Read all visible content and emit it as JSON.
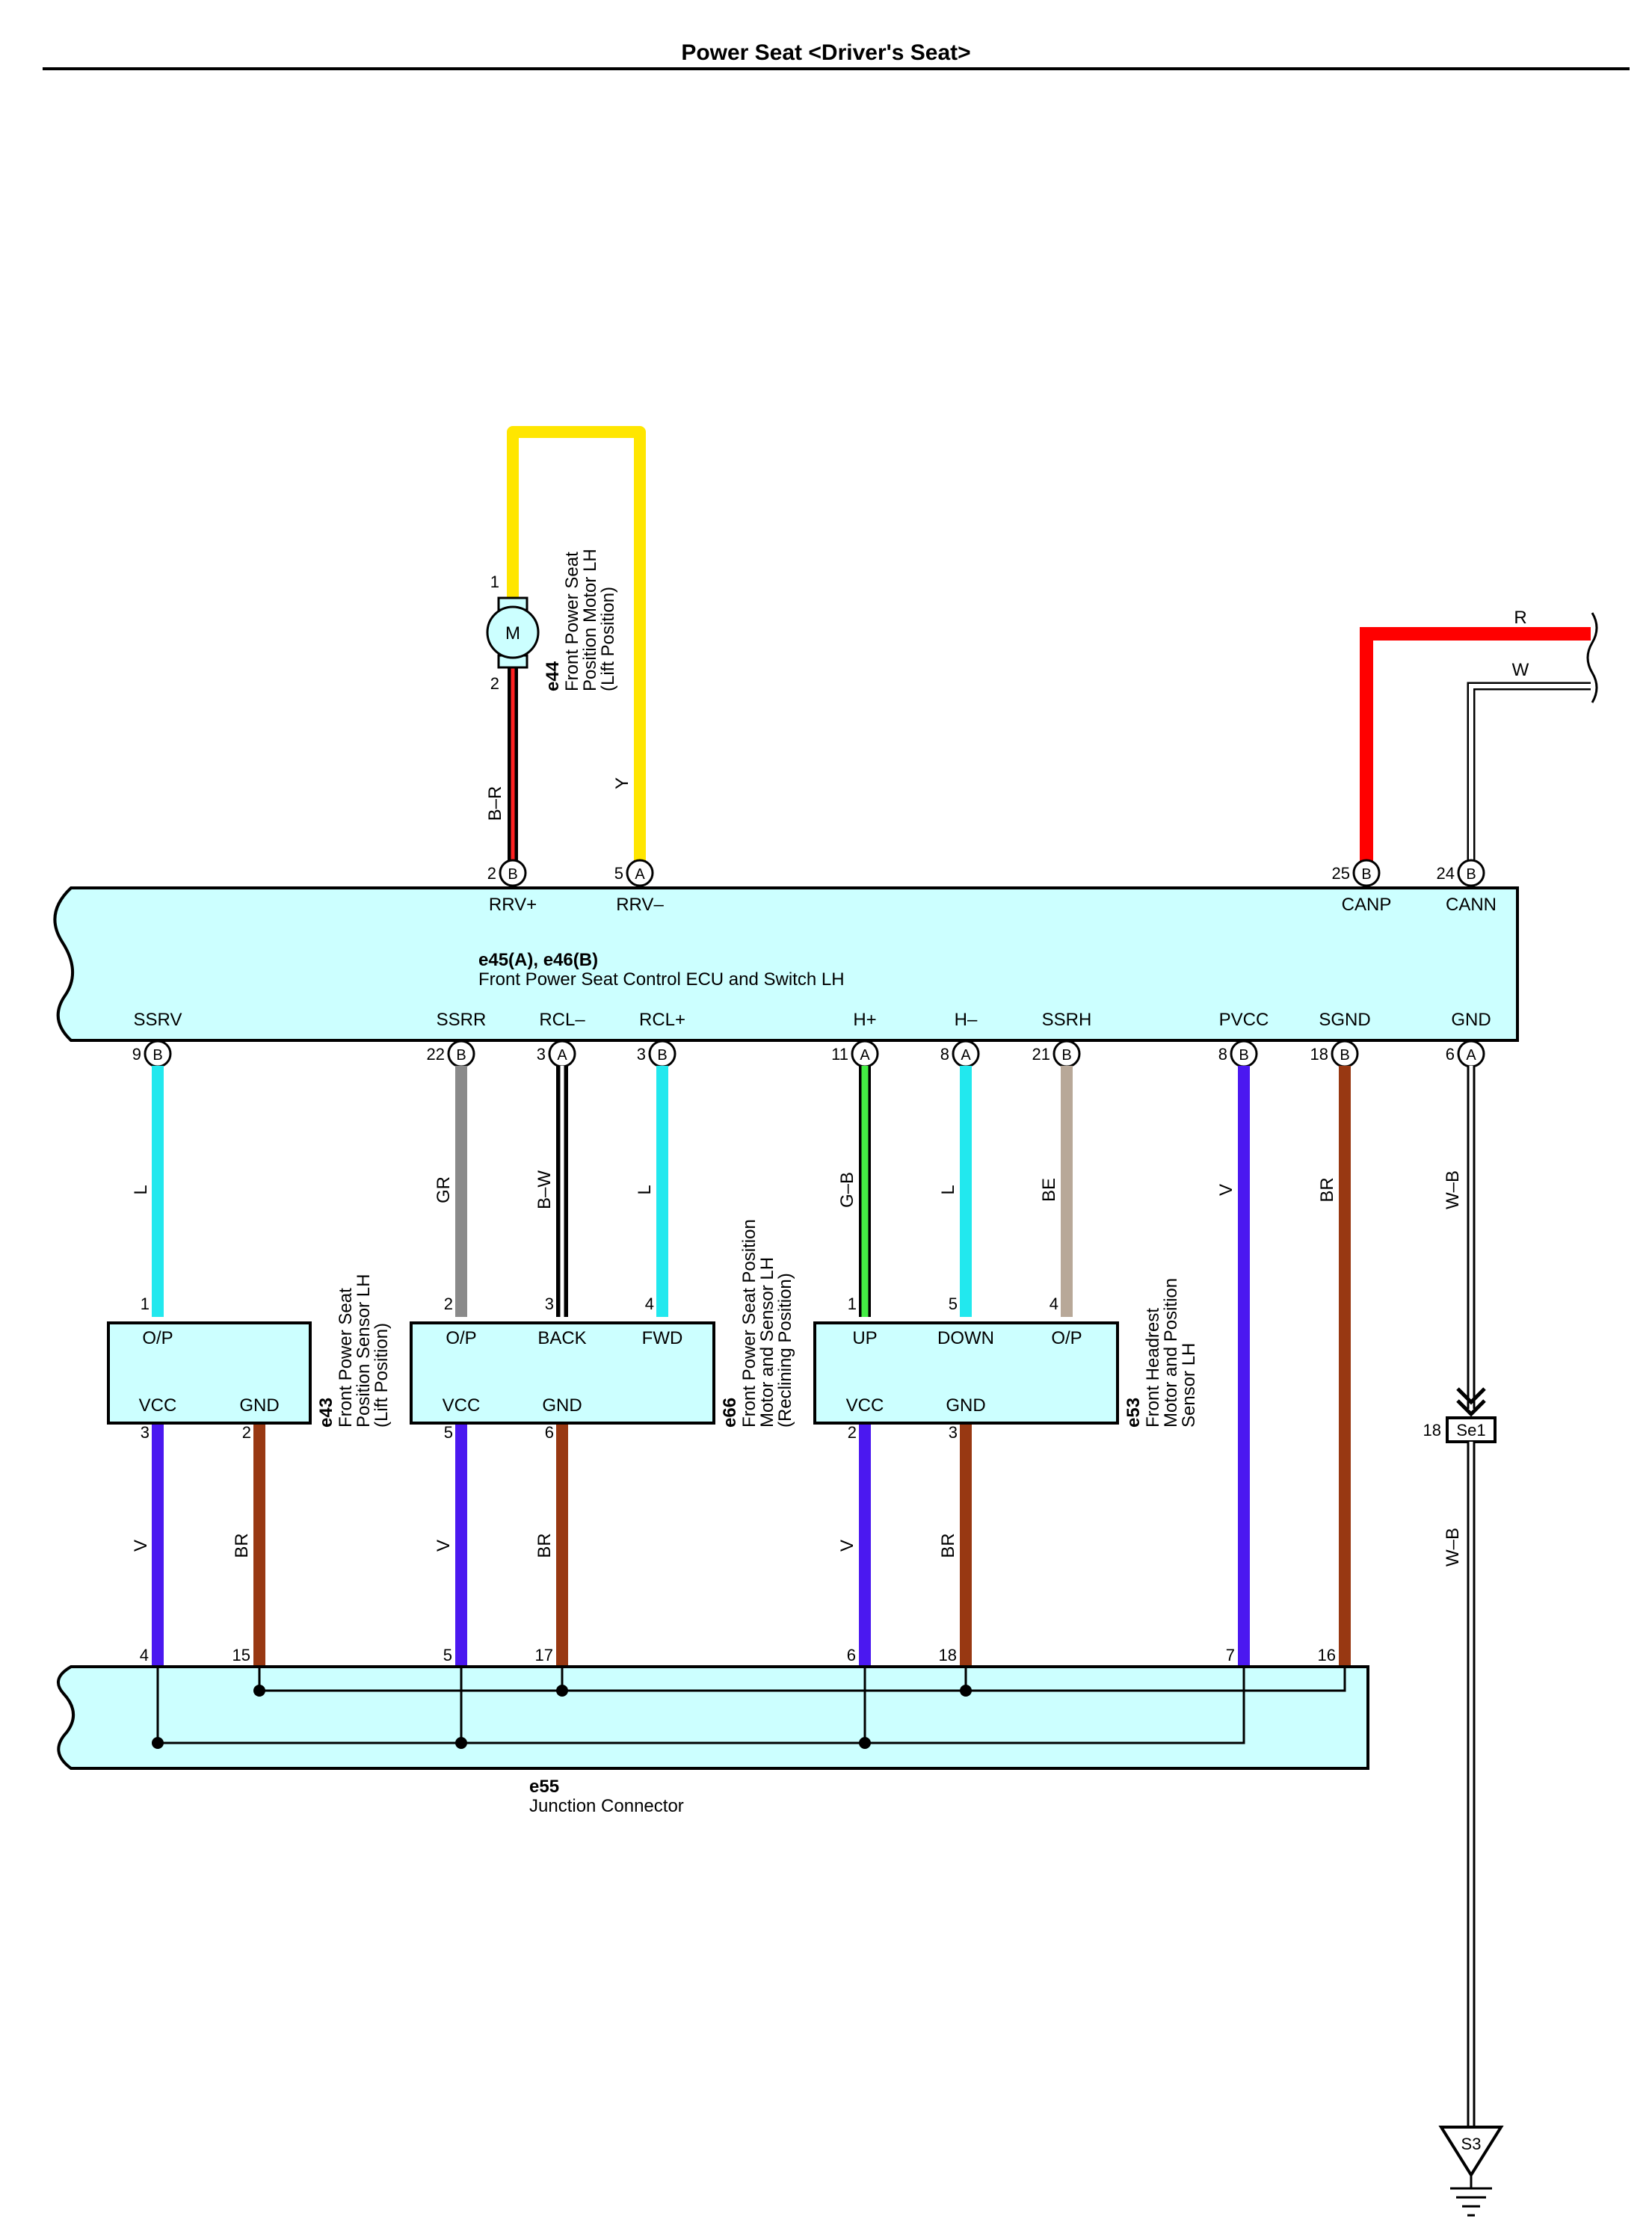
{
  "title": "Power Seat <Driver's Seat>",
  "ecu": {
    "code": "e45(A), e46(B)",
    "name": "Front Power Seat Control ECU and Switch LH"
  },
  "junction": {
    "code": "e55",
    "name": "Junction Connector"
  },
  "motor_e44": {
    "code": "e44",
    "lines": [
      "Front Power Seat",
      "Position Motor LH",
      "(Lift Position)"
    ],
    "symbol": "M",
    "pin1": "1",
    "pin2": "2"
  },
  "e43": {
    "code": "e43",
    "lines": [
      "Front Power Seat",
      "Position Sensor LH",
      "(Lift Position)"
    ],
    "labels": {
      "op": "O/P",
      "vcc": "VCC",
      "gnd": "GND"
    },
    "pins": {
      "top": "1",
      "vcc": "3",
      "gnd": "2"
    }
  },
  "e66": {
    "code": "e66",
    "lines": [
      "Front Power Seat Position",
      "Motor and Sensor LH",
      "(Reclining Position)"
    ],
    "labels": {
      "op": "O/P",
      "back": "BACK",
      "fwd": "FWD",
      "vcc": "VCC",
      "gnd": "GND"
    },
    "pins": {
      "op": "2",
      "back": "3",
      "fwd": "4",
      "vcc": "5",
      "gnd": "6"
    }
  },
  "e53": {
    "code": "e53",
    "lines": [
      "Front Headrest",
      "Motor and Position",
      "Sensor LH"
    ],
    "labels": {
      "up": "UP",
      "down": "DOWN",
      "op": "O/P",
      "vcc": "VCC",
      "gnd": "GND"
    },
    "pins": {
      "up": "1",
      "down": "5",
      "op": "4",
      "vcc": "2",
      "gnd": "3"
    }
  },
  "ecu_top_terminals": [
    {
      "pin": "2",
      "conn": "B",
      "name": "RRV+"
    },
    {
      "pin": "5",
      "conn": "A",
      "name": "RRV–"
    },
    {
      "pin": "25",
      "conn": "B",
      "name": "CANP"
    },
    {
      "pin": "24",
      "conn": "B",
      "name": "CANN"
    }
  ],
  "ecu_bottom_terminals": [
    {
      "pin": "9",
      "conn": "B",
      "name": "SSRV"
    },
    {
      "pin": "22",
      "conn": "B",
      "name": "SSRR"
    },
    {
      "pin": "3",
      "conn": "A",
      "name": "RCL–"
    },
    {
      "pin": "3",
      "conn": "B",
      "name": "RCL+"
    },
    {
      "pin": "11",
      "conn": "A",
      "name": "H+"
    },
    {
      "pin": "8",
      "conn": "A",
      "name": "H–"
    },
    {
      "pin": "21",
      "conn": "B",
      "name": "SSRH"
    },
    {
      "pin": "8",
      "conn": "B",
      "name": "PVCC"
    },
    {
      "pin": "18",
      "conn": "B",
      "name": "SGND"
    },
    {
      "pin": "6",
      "conn": "A",
      "name": "GND"
    }
  ],
  "junction_pins": [
    "4",
    "15",
    "5",
    "17",
    "6",
    "18",
    "7",
    "16"
  ],
  "wire_colors": {
    "top_motor_left": "B–R",
    "top_motor_right": "Y",
    "can_high": "R",
    "can_low": "W",
    "ssrv": "L",
    "ssrr": "GR",
    "rcl_minus": "B–W",
    "rcl_plus": "L",
    "h_plus": "G–B",
    "h_minus": "L",
    "ssrh": "BE",
    "pvcc": "V",
    "sgnd": "BR",
    "gnd": "W–B",
    "sensor_vcc": "V",
    "sensor_gnd": "BR",
    "ground_lower": "W–B"
  },
  "splice": {
    "pin": "18",
    "name": "Se1"
  },
  "ground_point": "S3",
  "colors": {
    "yellow": "#ffe600",
    "red": "#ff0000",
    "cyan": "#22e8ee",
    "gray": "#8a8a8a",
    "green": "#44ee44",
    "tan": "#b8a898",
    "violet": "#4b18f0",
    "brown": "#983812",
    "component_fill": "#ccffff"
  }
}
